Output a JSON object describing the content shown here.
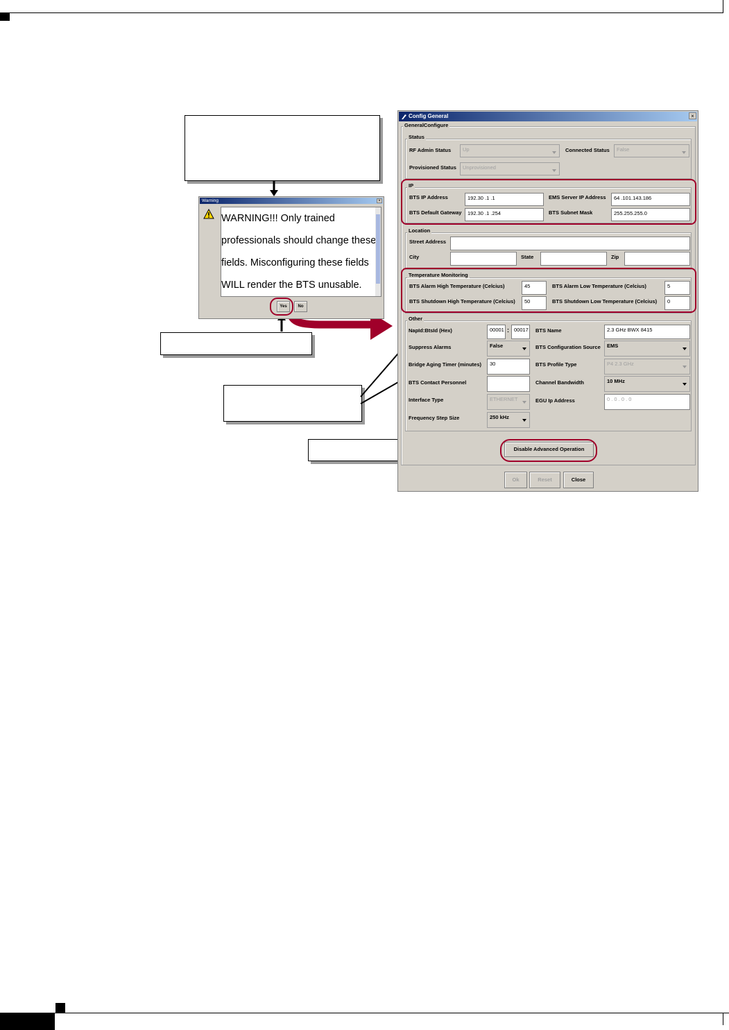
{
  "warning_dialog": {
    "title": "Warning",
    "message_lines": [
      "WARNING!!!    Only trained",
      "professionals should change these",
      "fields. Misconfiguring these fields",
      "WILL render the BTS unusable."
    ],
    "yes_label": "Yes",
    "no_label": "No"
  },
  "config_dialog": {
    "title": "Config General",
    "group_title": "GeneralConfigure",
    "status": {
      "legend": "Status",
      "rf_admin_label": "RF Admin Status",
      "rf_admin_value": "Up",
      "connected_label": "Connected Status",
      "connected_value": "False",
      "provisioned_label": "Provisioned Status",
      "provisioned_value": "Unprovisioned"
    },
    "ip": {
      "legend": "IP",
      "bts_ip_label": "BTS IP Address",
      "bts_ip_value": "192.30 .1 .1",
      "ems_ip_label": "EMS Server IP Address",
      "ems_ip_value": "64 .101.143.186",
      "gateway_label": "BTS Default Gateway",
      "gateway_value": "192.30 .1 .254",
      "mask_label": "BTS Subnet Mask",
      "mask_value": "255.255.255.0"
    },
    "location": {
      "legend": "Location",
      "street_label": "Street Address",
      "city_label": "City",
      "state_label": "State",
      "zip_label": "Zip"
    },
    "temperature": {
      "legend": "Temperature Monitoring",
      "alarm_high_label": "BTS Alarm High Temperature (Celcius)",
      "alarm_high_value": "45",
      "alarm_low_label": "BTS Alarm Low Temperature (Celcius)",
      "alarm_low_value": "5",
      "shutdown_high_label": "BTS Shutdown High Temperature (Celcius)",
      "shutdown_high_value": "50",
      "shutdown_low_label": "BTS Shutdown Low Temperature (Celcius)",
      "shutdown_low_value": "0"
    },
    "other": {
      "legend": "Other",
      "napid_label": "NapId:BtsId (Hex)",
      "napid_value": "00001",
      "colon": ":",
      "btsid_value": "00017",
      "bts_name_label": "BTS Name",
      "bts_name_value": "2.3 GHz BWX 8415",
      "suppress_label": "Suppress Alarms",
      "suppress_value": "False",
      "config_source_label": "BTS Configuration Source",
      "config_source_value": "EMS",
      "bridge_label": "Bridge Aging Timer (minutes)",
      "bridge_value": "30",
      "profile_label": "BTS Profile Type",
      "profile_value": "P4 2.3 GHz",
      "contact_label": "BTS Contact Personnel",
      "bandwidth_label": "Channel Bandwidth",
      "bandwidth_value": "10 MHz",
      "interface_label": "Interface Type",
      "interface_value": "ETHERNET",
      "egu_label": "EGU Ip Address",
      "egu_value": "0 . 0 . 0 . 0",
      "freq_step_label": "Frequency Step Size",
      "freq_step_value": "250 kHz"
    },
    "disable_advanced_label": "Disable Advanced Operation",
    "ok_label": "Ok",
    "reset_label": "Reset",
    "close_label": "Close"
  },
  "colors": {
    "highlight": "#a0002a",
    "titlebar": "#0a246a",
    "dialog_face": "#d4d0c8"
  }
}
